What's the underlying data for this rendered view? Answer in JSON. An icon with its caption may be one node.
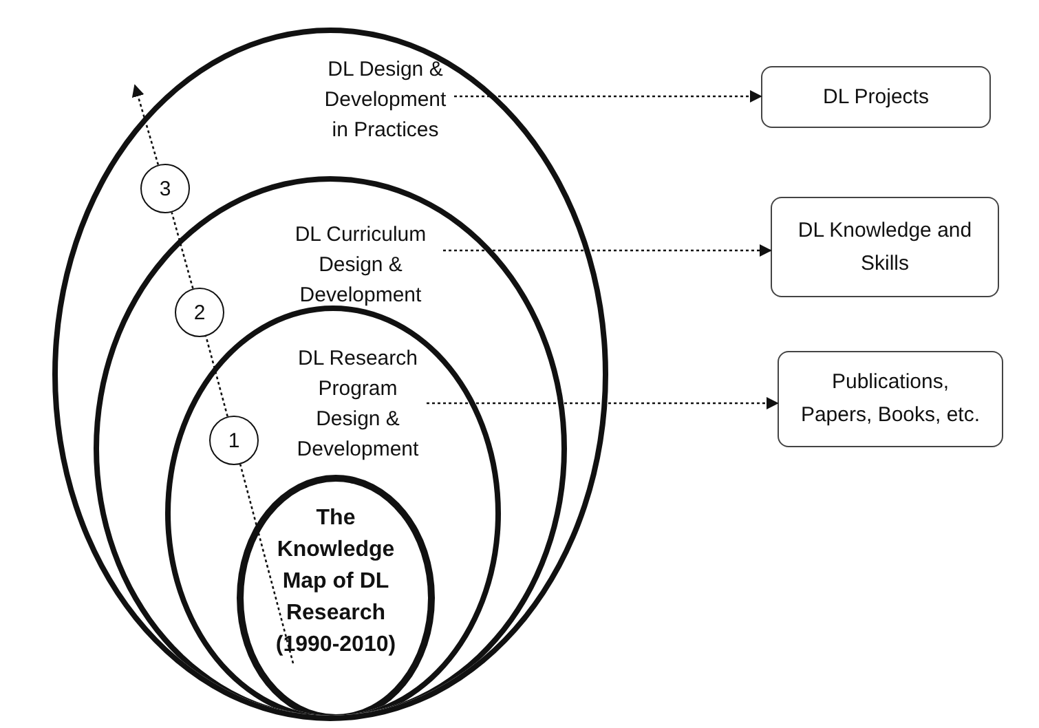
{
  "diagram": {
    "nodes": [
      {
        "text": [
          "DL Design & Development in Practices"
        ]
      },
      {
        "text": [
          "DL Curriculum Design & Development"
        ],
        "in": 0
      },
      {
        "text": [
          "DL Research Program Design & Development"
        ],
        "in": 1
      },
      {
        "text": [
          "The Knowledge Map of DL Research (1990-2010)"
        ],
        "in": 2
      },
      {
        "text": [
          "3"
        ],
        "in": 0
      },
      {
        "text": [
          "2"
        ],
        "in": 1
      },
      {
        "text": [
          "1"
        ],
        "in": 2
      },
      {
        "text": [
          "DL Projects"
        ]
      },
      {
        "text": [
          "DL Knowledge and Skills"
        ]
      },
      {
        "text": [
          "Publications, Papers, Books, etc."
        ]
      }
    ],
    "edges": [
      {
        "from": 0,
        "to": 7,
        "arrow": "to",
        "style": "dashed"
      },
      {
        "from": 1,
        "to": 8,
        "arrow": "to",
        "style": "dashed"
      },
      {
        "from": 2,
        "to": 9,
        "arrow": "to",
        "style": "dashed"
      },
      {
        "from": 3,
        "to": 6,
        "arrow": "none",
        "style": "dashed"
      },
      {
        "from": 6,
        "to": 5,
        "arrow": "none",
        "style": "dashed"
      },
      {
        "from": 5,
        "to": 4,
        "arrow": "none",
        "style": "dashed"
      },
      {
        "from": 4,
        "to": null,
        "arrow": "to",
        "style": "dashed"
      }
    ]
  }
}
